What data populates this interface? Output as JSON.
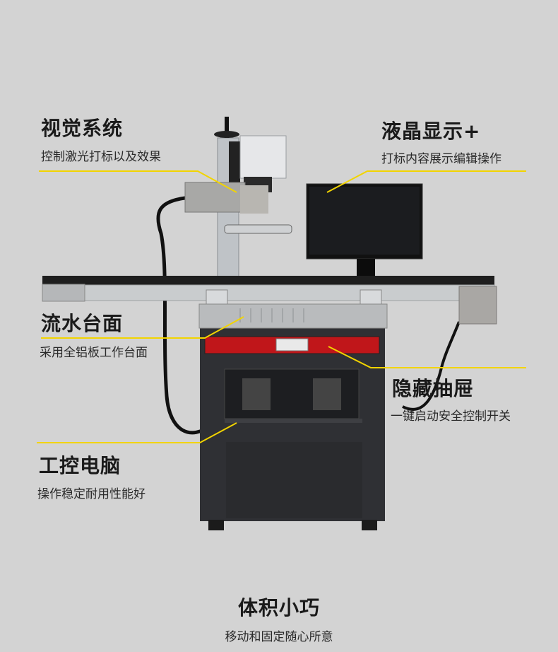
{
  "features": [
    {
      "title": "视觉系统",
      "subtitle": "控制激光打标以及效果"
    },
    {
      "title": "液晶显示+",
      "subtitle": "打标内容展示编辑操作"
    },
    {
      "title": "流水台面",
      "subtitle": "采用全铝板工作台面"
    },
    {
      "title": "隐藏抽屉",
      "subtitle": "一键启动安全控制开关"
    },
    {
      "title": "工控电脑",
      "subtitle": "操作稳定耐用性能好"
    }
  ],
  "footer": {
    "title": "体积小巧",
    "subtitle": "移动和固定随心所意"
  },
  "colors": {
    "background": "#d3d3d3",
    "callout_line": "#f2d400",
    "drawer": "#c0161a",
    "cabinet": "#2f3034"
  }
}
